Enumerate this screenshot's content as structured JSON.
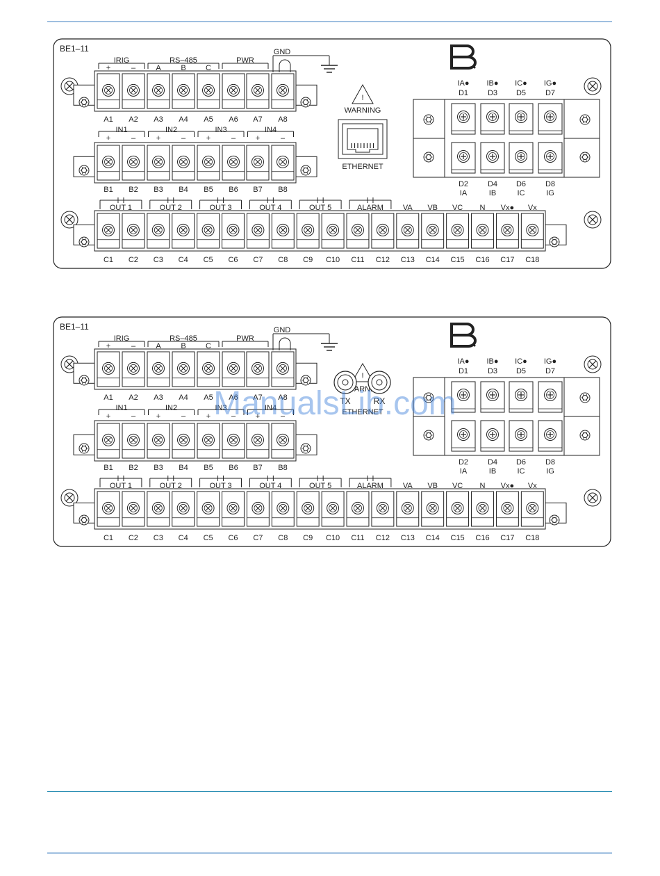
{
  "panels": [
    {
      "model": "BE1–11",
      "comm_type": "rj45",
      "row_a_groups": [
        "IRIG",
        "RS–485",
        "PWR",
        "GND"
      ],
      "row_a_signs": [
        "+",
        "–",
        "A",
        "B",
        "C"
      ],
      "row_a_terms": [
        "A1",
        "A2",
        "A3",
        "A4",
        "A5",
        "A6",
        "A7",
        "A8"
      ],
      "row_b_groups": [
        "IN1",
        "IN2",
        "IN3",
        "IN4"
      ],
      "row_b_signs": [
        "+",
        "–",
        "+",
        "–",
        "+",
        "–",
        "+",
        "–"
      ],
      "row_b_terms": [
        "B1",
        "B2",
        "B3",
        "B4",
        "B5",
        "B6",
        "B7",
        "B8"
      ],
      "row_c_groups": [
        "OUT  1",
        "OUT  2",
        "OUT  3",
        "OUT  4",
        "OUT  5",
        "ALARM"
      ],
      "row_c_volt": [
        "VA",
        "VB",
        "VC",
        "N",
        "Vx●",
        "Vx"
      ],
      "row_c_terms": [
        "C1",
        "C2",
        "C3",
        "C4",
        "C5",
        "C6",
        "C7",
        "C8",
        "C9",
        "C10",
        "C11",
        "C12",
        "C13",
        "C14",
        "C15",
        "C16",
        "C17",
        "C18"
      ],
      "d_top_currents": [
        "IA●",
        "IB●",
        "IC●",
        "IG●"
      ],
      "d_top_terms": [
        "D1",
        "D3",
        "D5",
        "D7"
      ],
      "d_bot_terms": [
        "D2",
        "D4",
        "D6",
        "D8"
      ],
      "d_bot_currents": [
        "IA",
        "IB",
        "IC",
        "IG"
      ],
      "warning": "WARNING",
      "ethernet": "ETHERNET"
    },
    {
      "model": "BE1–11",
      "comm_type": "fiber",
      "row_a_groups": [
        "IRIG",
        "RS–485",
        "PWR",
        "GND"
      ],
      "row_a_signs": [
        "+",
        "–",
        "A",
        "B",
        "C"
      ],
      "row_a_terms": [
        "A1",
        "A2",
        "A3",
        "A4",
        "A5",
        "A6",
        "A7",
        "A8"
      ],
      "row_b_groups": [
        "IN1",
        "IN2",
        "IN3",
        "IN4"
      ],
      "row_b_signs": [
        "+",
        "–",
        "+",
        "–",
        "+",
        "–",
        "+",
        "–"
      ],
      "row_b_terms": [
        "B1",
        "B2",
        "B3",
        "B4",
        "B5",
        "B6",
        "B7",
        "B8"
      ],
      "row_c_groups": [
        "OUT  1",
        "OUT  2",
        "OUT  3",
        "OUT  4",
        "OUT  5",
        "ALARM"
      ],
      "row_c_volt": [
        "VA",
        "VB",
        "VC",
        "N",
        "Vx●",
        "Vx"
      ],
      "row_c_terms": [
        "C1",
        "C2",
        "C3",
        "C4",
        "C5",
        "C6",
        "C7",
        "C8",
        "C9",
        "C10",
        "C11",
        "C12",
        "C13",
        "C14",
        "C15",
        "C16",
        "C17",
        "C18"
      ],
      "d_top_currents": [
        "IA●",
        "IB●",
        "IC●",
        "IG●"
      ],
      "d_top_terms": [
        "D1",
        "D3",
        "D5",
        "D7"
      ],
      "d_bot_terms": [
        "D2",
        "D4",
        "D6",
        "D8"
      ],
      "d_bot_currents": [
        "IA",
        "IB",
        "IC",
        "IG"
      ],
      "warning": "WARNIN",
      "tx": "TX",
      "rx": "RX",
      "ethernet": "ETHERNET"
    }
  ],
  "watermark": "ManualsLib.com",
  "colors": {
    "rule_light": "#9fbfe0",
    "rule_dark": "#2b8fb4",
    "ink": "#222222",
    "watermark": "#3b7fd9"
  }
}
